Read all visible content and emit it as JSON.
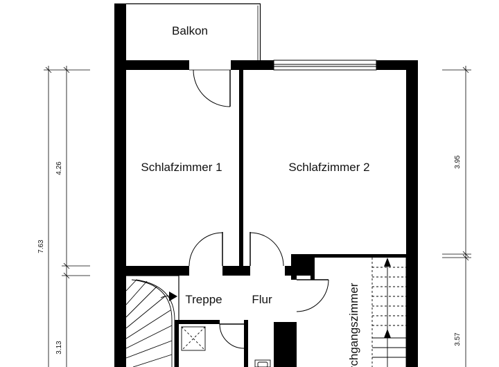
{
  "rooms": {
    "balkon": "Balkon",
    "schlafzimmer1": "Schlafzimmer 1",
    "schlafzimmer2": "Schlafzimmer 2",
    "treppe": "Treppe",
    "flur": "Flur",
    "durchgangszimmer": "Durchgangszimmer"
  },
  "dimensions": {
    "left_total": "7.63",
    "left_upper": "4.26",
    "left_lower": "3.13",
    "right_upper": "3.95",
    "right_lower": "3.57"
  }
}
